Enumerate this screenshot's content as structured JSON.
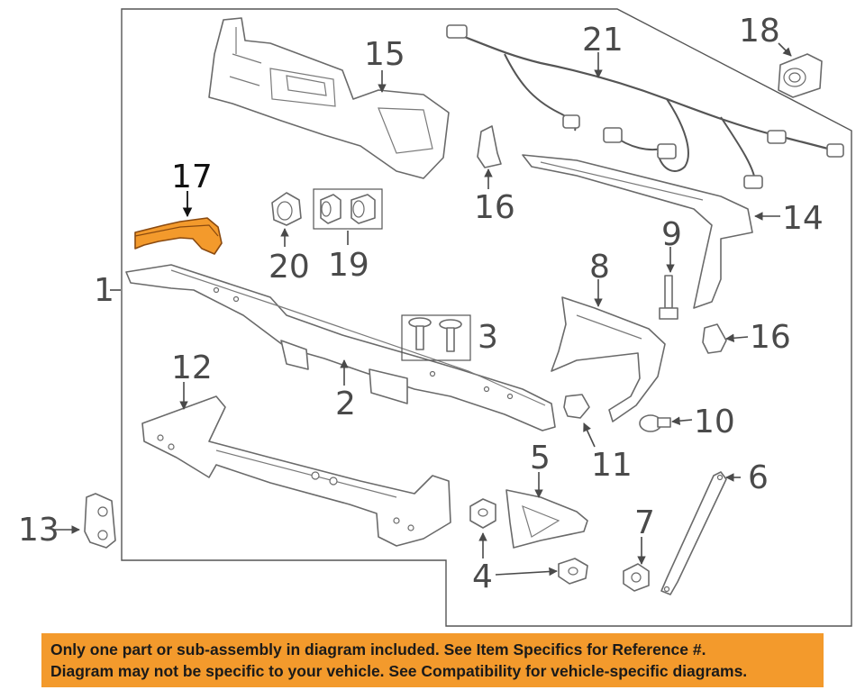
{
  "callouts": {
    "c1": "1",
    "c2": "2",
    "c3": "3",
    "c4": "4",
    "c5": "5",
    "c6": "6",
    "c7": "7",
    "c8": "8",
    "c9": "9",
    "c10": "10",
    "c11": "11",
    "c12": "12",
    "c13": "13",
    "c14": "14",
    "c15": "15",
    "c16a": "16",
    "c16b": "16",
    "c17": "17",
    "c18": "18",
    "c19": "19",
    "c20": "20",
    "c21": "21"
  },
  "highlighted_part": "17",
  "colors": {
    "highlight": "#f39a2c",
    "outline": "#6a6a6a",
    "banner": "#f39a2c"
  },
  "banner": {
    "line1": "Only one part or sub-assembly in diagram included. See Item Specifics for Reference #.",
    "line2": "Diagram may not be specific to your vehicle. See Compatibility for vehicle-specific diagrams."
  }
}
